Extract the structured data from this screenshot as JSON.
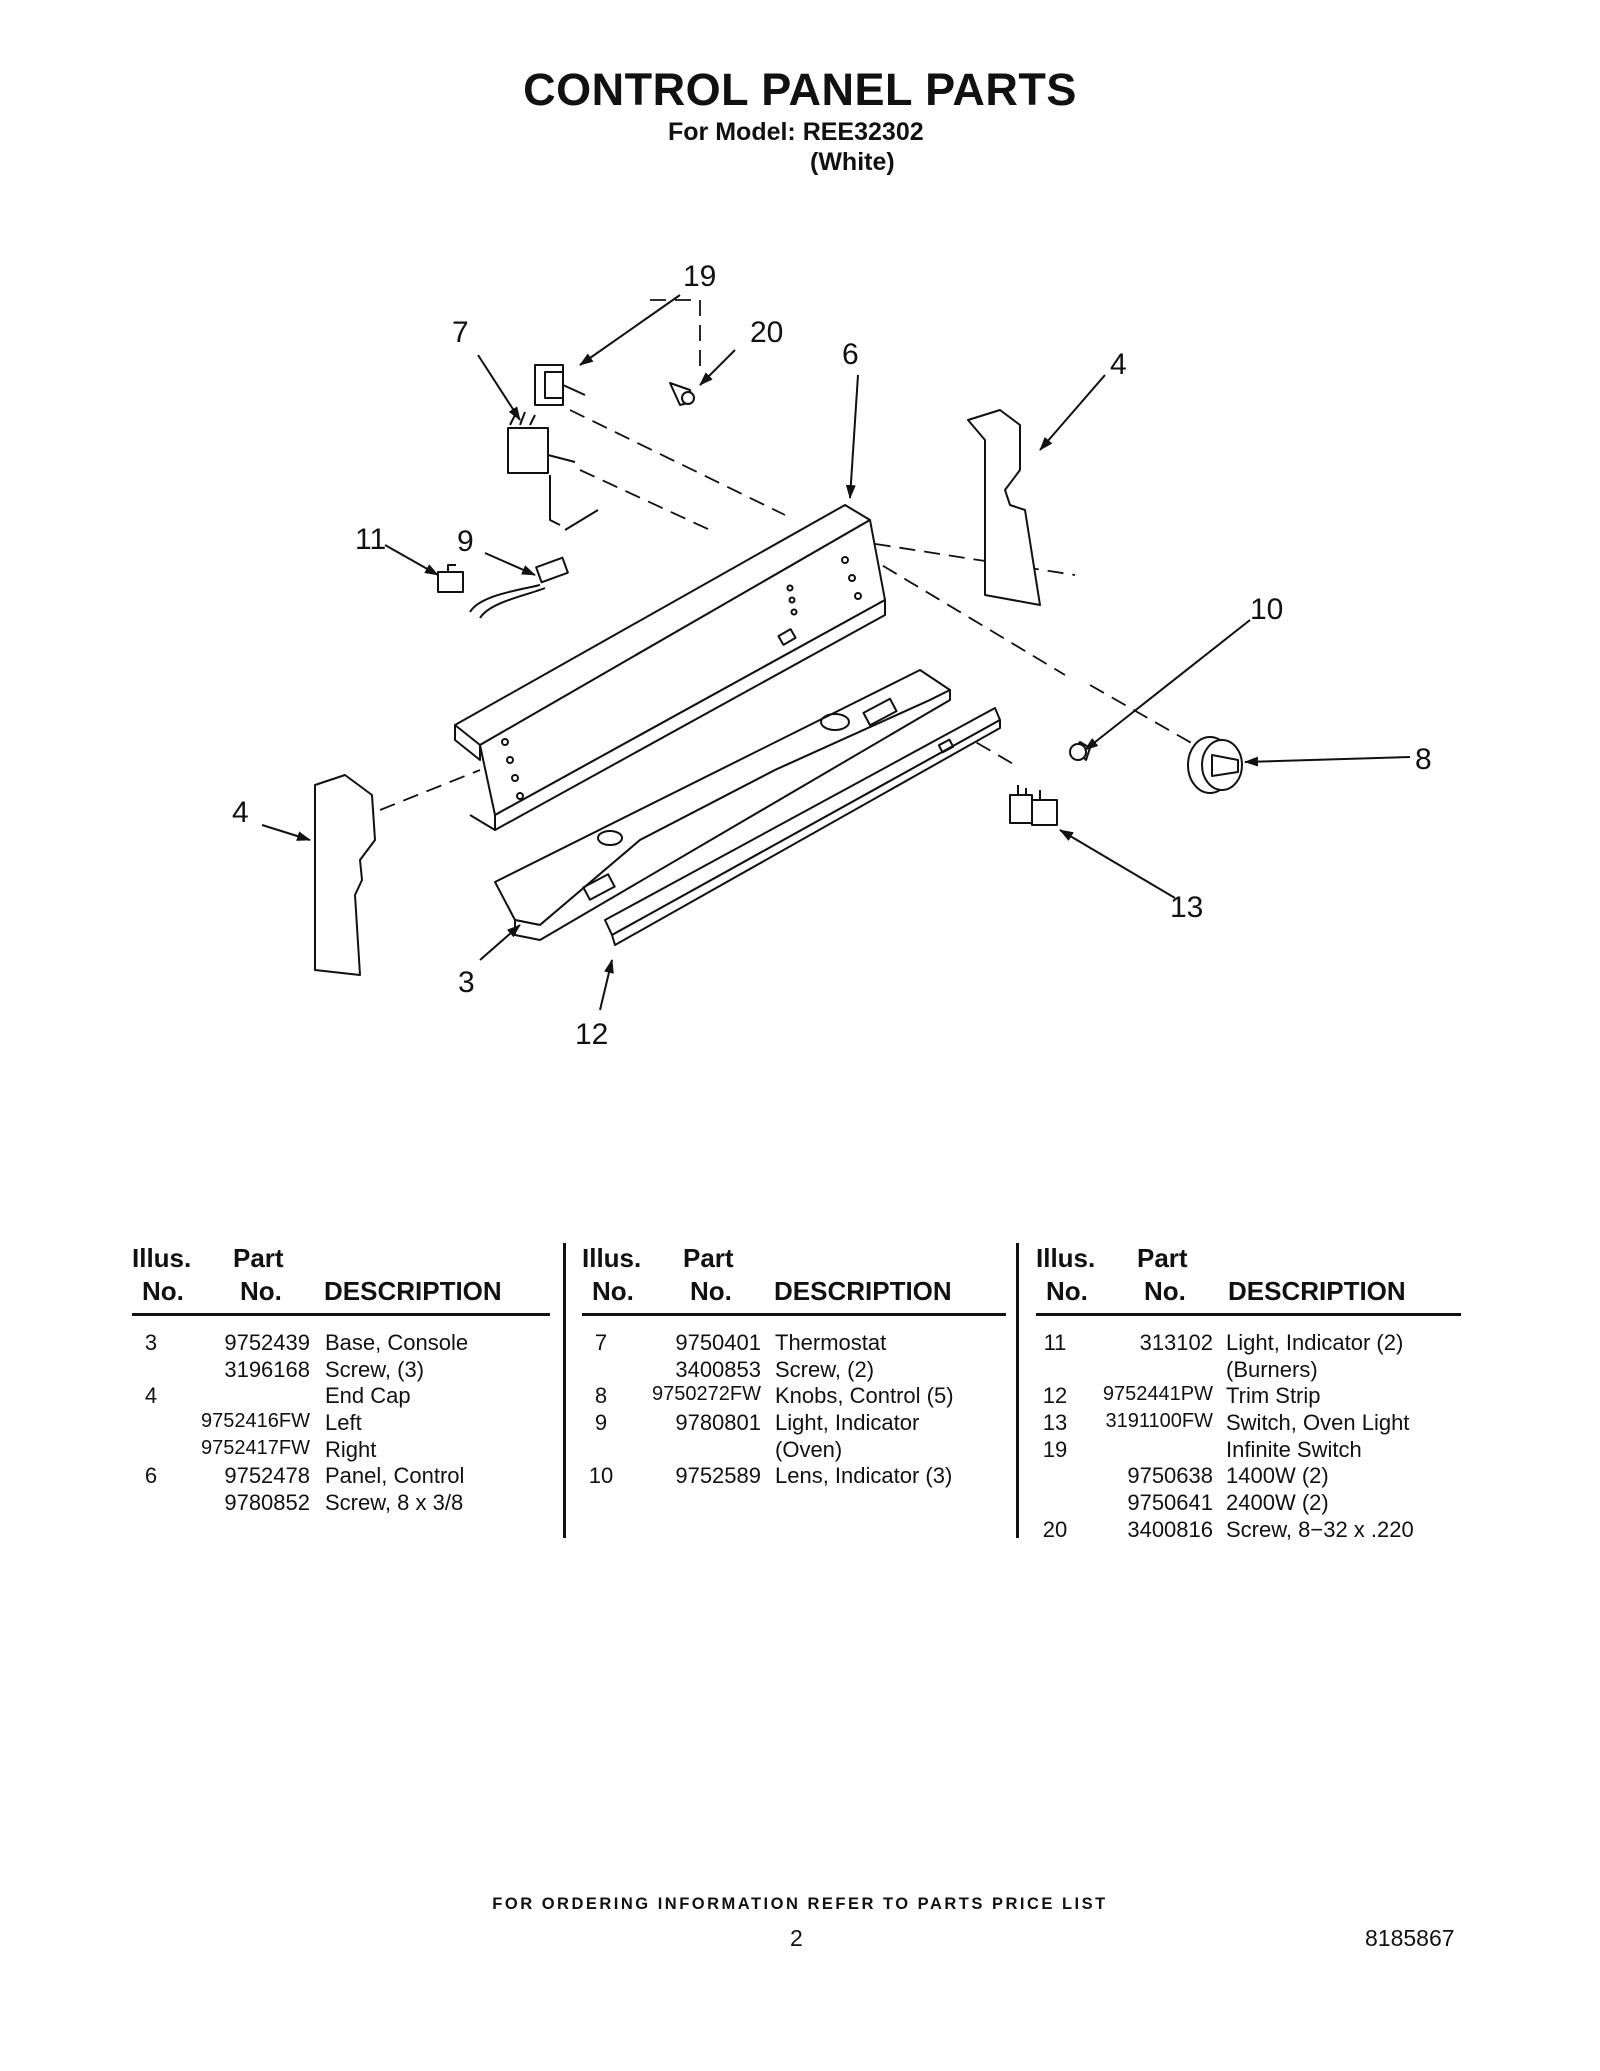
{
  "header": {
    "title": "CONTROL PANEL PARTS",
    "model_line": "For Model: REE32302",
    "color_line": "(White)"
  },
  "diagram": {
    "callouts": [
      "19",
      "7",
      "20",
      "6",
      "4",
      "11",
      "9",
      "10",
      "8",
      "4",
      "3",
      "13",
      "12"
    ]
  },
  "table_headers": {
    "illus_top": "Illus.",
    "illus_bottom": "No.",
    "part_top": "Part",
    "part_bottom": "No.",
    "description": "DESCRIPTION"
  },
  "columns": [
    {
      "rows": [
        {
          "illus": "3",
          "part": "9752439",
          "desc": "Base, Console"
        },
        {
          "illus": "",
          "part": "3196168",
          "desc": "Screw, (3)"
        },
        {
          "illus": "4",
          "part": "",
          "desc": "End Cap"
        },
        {
          "illus": "",
          "part": "9752416FW",
          "desc": "Left"
        },
        {
          "illus": "",
          "part": "9752417FW",
          "desc": "Right"
        },
        {
          "illus": "6",
          "part": "9752478",
          "desc": "Panel, Control"
        },
        {
          "illus": "",
          "part": "9780852",
          "desc": "Screw, 8 x 3/8"
        }
      ]
    },
    {
      "rows": [
        {
          "illus": "7",
          "part": "9750401",
          "desc": "Thermostat"
        },
        {
          "illus": "",
          "part": "3400853",
          "desc": "Screw, (2)"
        },
        {
          "illus": "8",
          "part": "9750272FW",
          "desc": "Knobs, Control (5)"
        },
        {
          "illus": "9",
          "part": "9780801",
          "desc": "Light, Indicator"
        },
        {
          "illus": "",
          "part": "",
          "desc": "(Oven)"
        },
        {
          "illus": "10",
          "part": "9752589",
          "desc": "Lens, Indicator (3)"
        }
      ]
    },
    {
      "rows": [
        {
          "illus": "11",
          "part": "313102",
          "desc": "Light, Indicator (2)"
        },
        {
          "illus": "",
          "part": "",
          "desc": "(Burners)"
        },
        {
          "illus": "12",
          "part": "9752441PW",
          "desc": "Trim Strip"
        },
        {
          "illus": "13",
          "part": "3191100FW",
          "desc": "Switch, Oven Light"
        },
        {
          "illus": "19",
          "part": "",
          "desc": "Infinite Switch"
        },
        {
          "illus": "",
          "part": "9750638",
          "desc": "1400W (2)"
        },
        {
          "illus": "",
          "part": "9750641",
          "desc": "2400W (2)"
        },
        {
          "illus": "20",
          "part": "3400816",
          "desc": "Screw, 8−32 x .220"
        }
      ]
    }
  ],
  "footer": {
    "ordering_note": "FOR ORDERING INFORMATION REFER TO PARTS PRICE LIST",
    "page_number": "2",
    "document_number": "8185867"
  }
}
